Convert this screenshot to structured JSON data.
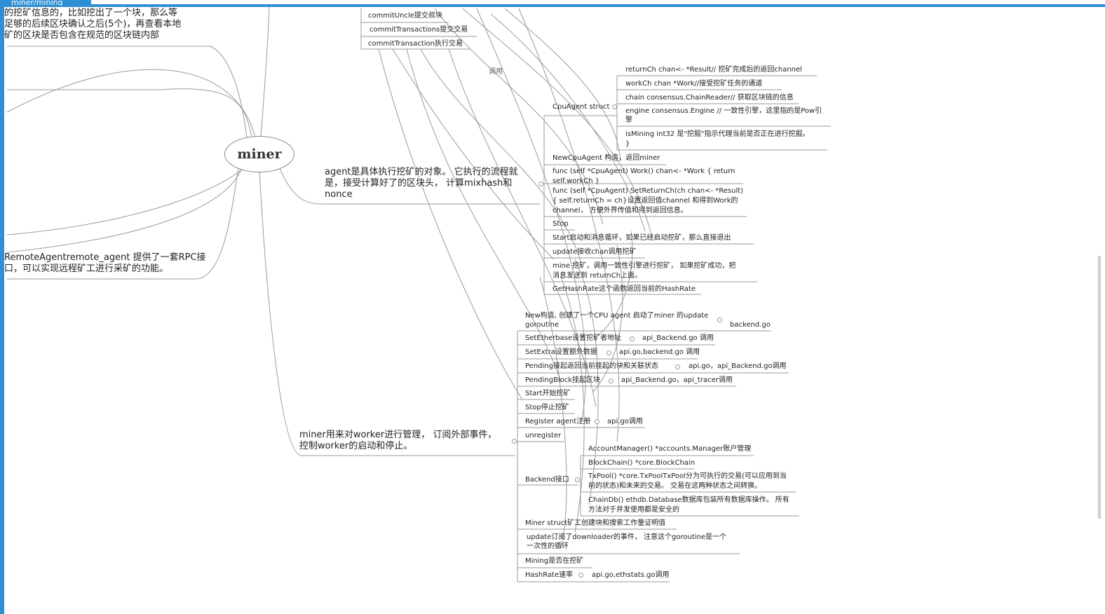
{
  "tab": {
    "title": "miner/mining"
  },
  "root": {
    "label": "miner"
  },
  "left_notes": {
    "top_line1": "的挖矿信息的，比如挖出了一个块，那么等",
    "top_line2": "足够的后续区块确认之后(5个)，再查看本地",
    "top_line3": "矿的区块是否包含在规范的区块链内部",
    "remote_line1": "RemoteAgentremote_agent 提供了一套RPC接",
    "remote_line2": "口，可以实现远程矿工进行采矿的功能。"
  },
  "commit": {
    "uncle": "commitUncle提交叔块",
    "transactions": "commitTransactions提交交易",
    "transaction": "commitTransaction执行交易"
  },
  "call_label": "调用",
  "agent": {
    "desc_line1": "agent是具体执行挖矿的对象。 它执行的流程就",
    "desc_line2": "是，接受计算好了的区块头， 计算mixhash和",
    "desc_line3": "nonce",
    "cpu_struct": "CpuAgent struct",
    "fields": {
      "returnCh": "returnCh      chan<- *Result// 挖矿完成后的返回channel",
      "workCh": "workCh        chan *Work//接受挖矿任务的通道",
      "chain": "chain   consensus.ChainReader// 获取区块链的信息",
      "engine_line1": "engine  consensus.Engine  // 一致性引擎，这里指的是Pow引",
      "engine_line2": "擎",
      "isMining_line1": "isMining  int32 是\"挖掘\"指示代理当前是否正在进行挖掘。",
      "isMining_line2": "}"
    },
    "new_cpu": "NewCpuAgent 构造，返回miner",
    "work_line1": "func (self *CpuAgent) Work() chan<- *Work        { return",
    "work_line2": "self.workCh }",
    "setret_line1": "func (self *CpuAgent) SetReturnCh(ch chan<- *Result)",
    "setret_line2": "{ self.returnCh = ch}设置返回值channel 和得到Work的",
    "setret_line3": "channel，  方便外界传值和得到返回信息。",
    "stop": "Stop",
    "start": "Start启动和消息循环，如果已经启动挖矿，那么直接退出",
    "update": "update接收chan调用挖矿",
    "mine_line1": "mine 挖矿，调用一致性引擎进行挖矿， 如果挖矿成功，把",
    "mine_line2": "消息发送到 returnCh上面。",
    "hashrate": "GetHashRate这个函数返回当前的HashRate"
  },
  "miner": {
    "desc_line1": "miner用来对worker进行管理， 订阅外部事件，",
    "desc_line2": "控制worker的启动和停止。",
    "new_line1": "New构造, 创建了一个CPU agent 启动了miner 的update",
    "new_line2": "goroutine",
    "new_note": "backend.go",
    "set_etherbase": "SetEtherbase设置挖矿者地址",
    "set_etherbase_note": "api_Backend.go 调用",
    "set_extra": "SetExtra设置额外数据",
    "set_extra_note": "api.go,backend.go 调用",
    "pending": "Pending接起返回当前挂起的块和关联状态",
    "pending_note": "api.go，api_Backend.go调用",
    "pending_block": "PendingBlock挂起区块",
    "pending_block_note": "api_Backend.go，api_tracer调用",
    "start": "Start开始挖矿",
    "stop": "Stop停止挖矿",
    "register": "Register agent注册",
    "register_note": "api.go调用",
    "unregister": "unregister",
    "backend": "Backend接口",
    "backend_items": {
      "account": "AccountManager()  *accounts.Manager账户管理",
      "blockchain": "BlockChain() *core.BlockChain",
      "txpool_line1": "TxPool()  *core.TxPoolTxPool分为可执行的交易(可以应用到当",
      "txpool_line2": "前的状态)和未来的交易。 交易在这两种状态之间转换。",
      "chaindb_line1": "ChainDb()  ethdb.Database数据库包装所有数据库操作。 所有",
      "chaindb_line2": "方法对于并发使用都是安全的"
    },
    "miner_struct": "Miner  struct矿工创建块和搜索工作量证明值",
    "update_line1": "update订阅了downloader的事件， 注意这个goroutine是一个",
    "update_line2": "一次性的循环",
    "mining": "Mining是否在挖矿",
    "hashrate": "HashRate速率",
    "hashrate_note": "api.go,ethstats.go调用"
  },
  "colors": {
    "frame": "#2e8fd6",
    "line": "#9a9a9a",
    "text": "#222222"
  }
}
